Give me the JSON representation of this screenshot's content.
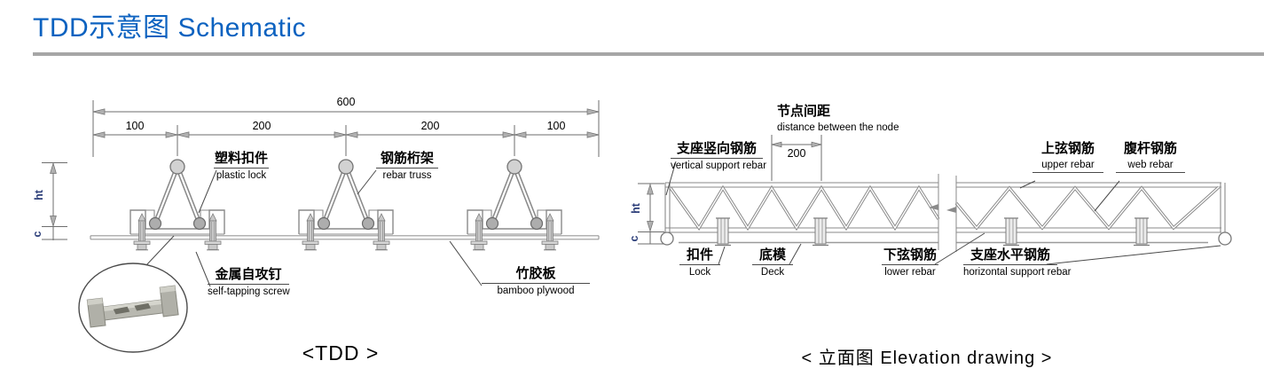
{
  "title": {
    "text": "TDD示意图 Schematic"
  },
  "tdd_drawing": {
    "caption": "<TDD >",
    "dimensions": {
      "overall": "600",
      "segments": [
        "100",
        "200",
        "200",
        "100"
      ]
    },
    "height_labels": {
      "truss_height": "ht",
      "cover": "c"
    },
    "labels": {
      "plastic_lock": {
        "cn": "塑料扣件",
        "en": "plastic lock"
      },
      "rebar_truss": {
        "cn": "钢筋桁架",
        "en": "rebar truss"
      },
      "self_tapping_screw": {
        "cn": "金属自攻钉",
        "en": "self-tapping screw"
      },
      "bamboo_plywood": {
        "cn": "竹胶板",
        "en": "bamboo plywood"
      }
    }
  },
  "elevation_drawing": {
    "caption": "< 立面图 Elevation drawing >",
    "node_spacing": {
      "cn": "节点间距",
      "en": "distance between the node",
      "value": "200"
    },
    "height_labels": {
      "truss_height": "ht",
      "cover": "c"
    },
    "labels": {
      "vertical_support_rebar": {
        "cn": "支座竖向钢筋",
        "en": "vertical support rebar"
      },
      "upper_rebar": {
        "cn": "上弦钢筋",
        "en": "upper rebar"
      },
      "web_rebar": {
        "cn": "腹杆钢筋",
        "en": "web rebar"
      },
      "lock": {
        "cn": "扣件",
        "en": "Lock"
      },
      "deck": {
        "cn": "底模",
        "en": "Deck"
      },
      "lower_rebar": {
        "cn": "下弦钢筋",
        "en": "lower rebar"
      },
      "horizontal_support_rebar": {
        "cn": "支座水平钢筋",
        "en": "horizontal support rebar"
      }
    }
  },
  "colors": {
    "title": "#0c62c0",
    "divider": "#a6a6a6",
    "line": "#8a8a8a",
    "text": "#000000"
  }
}
